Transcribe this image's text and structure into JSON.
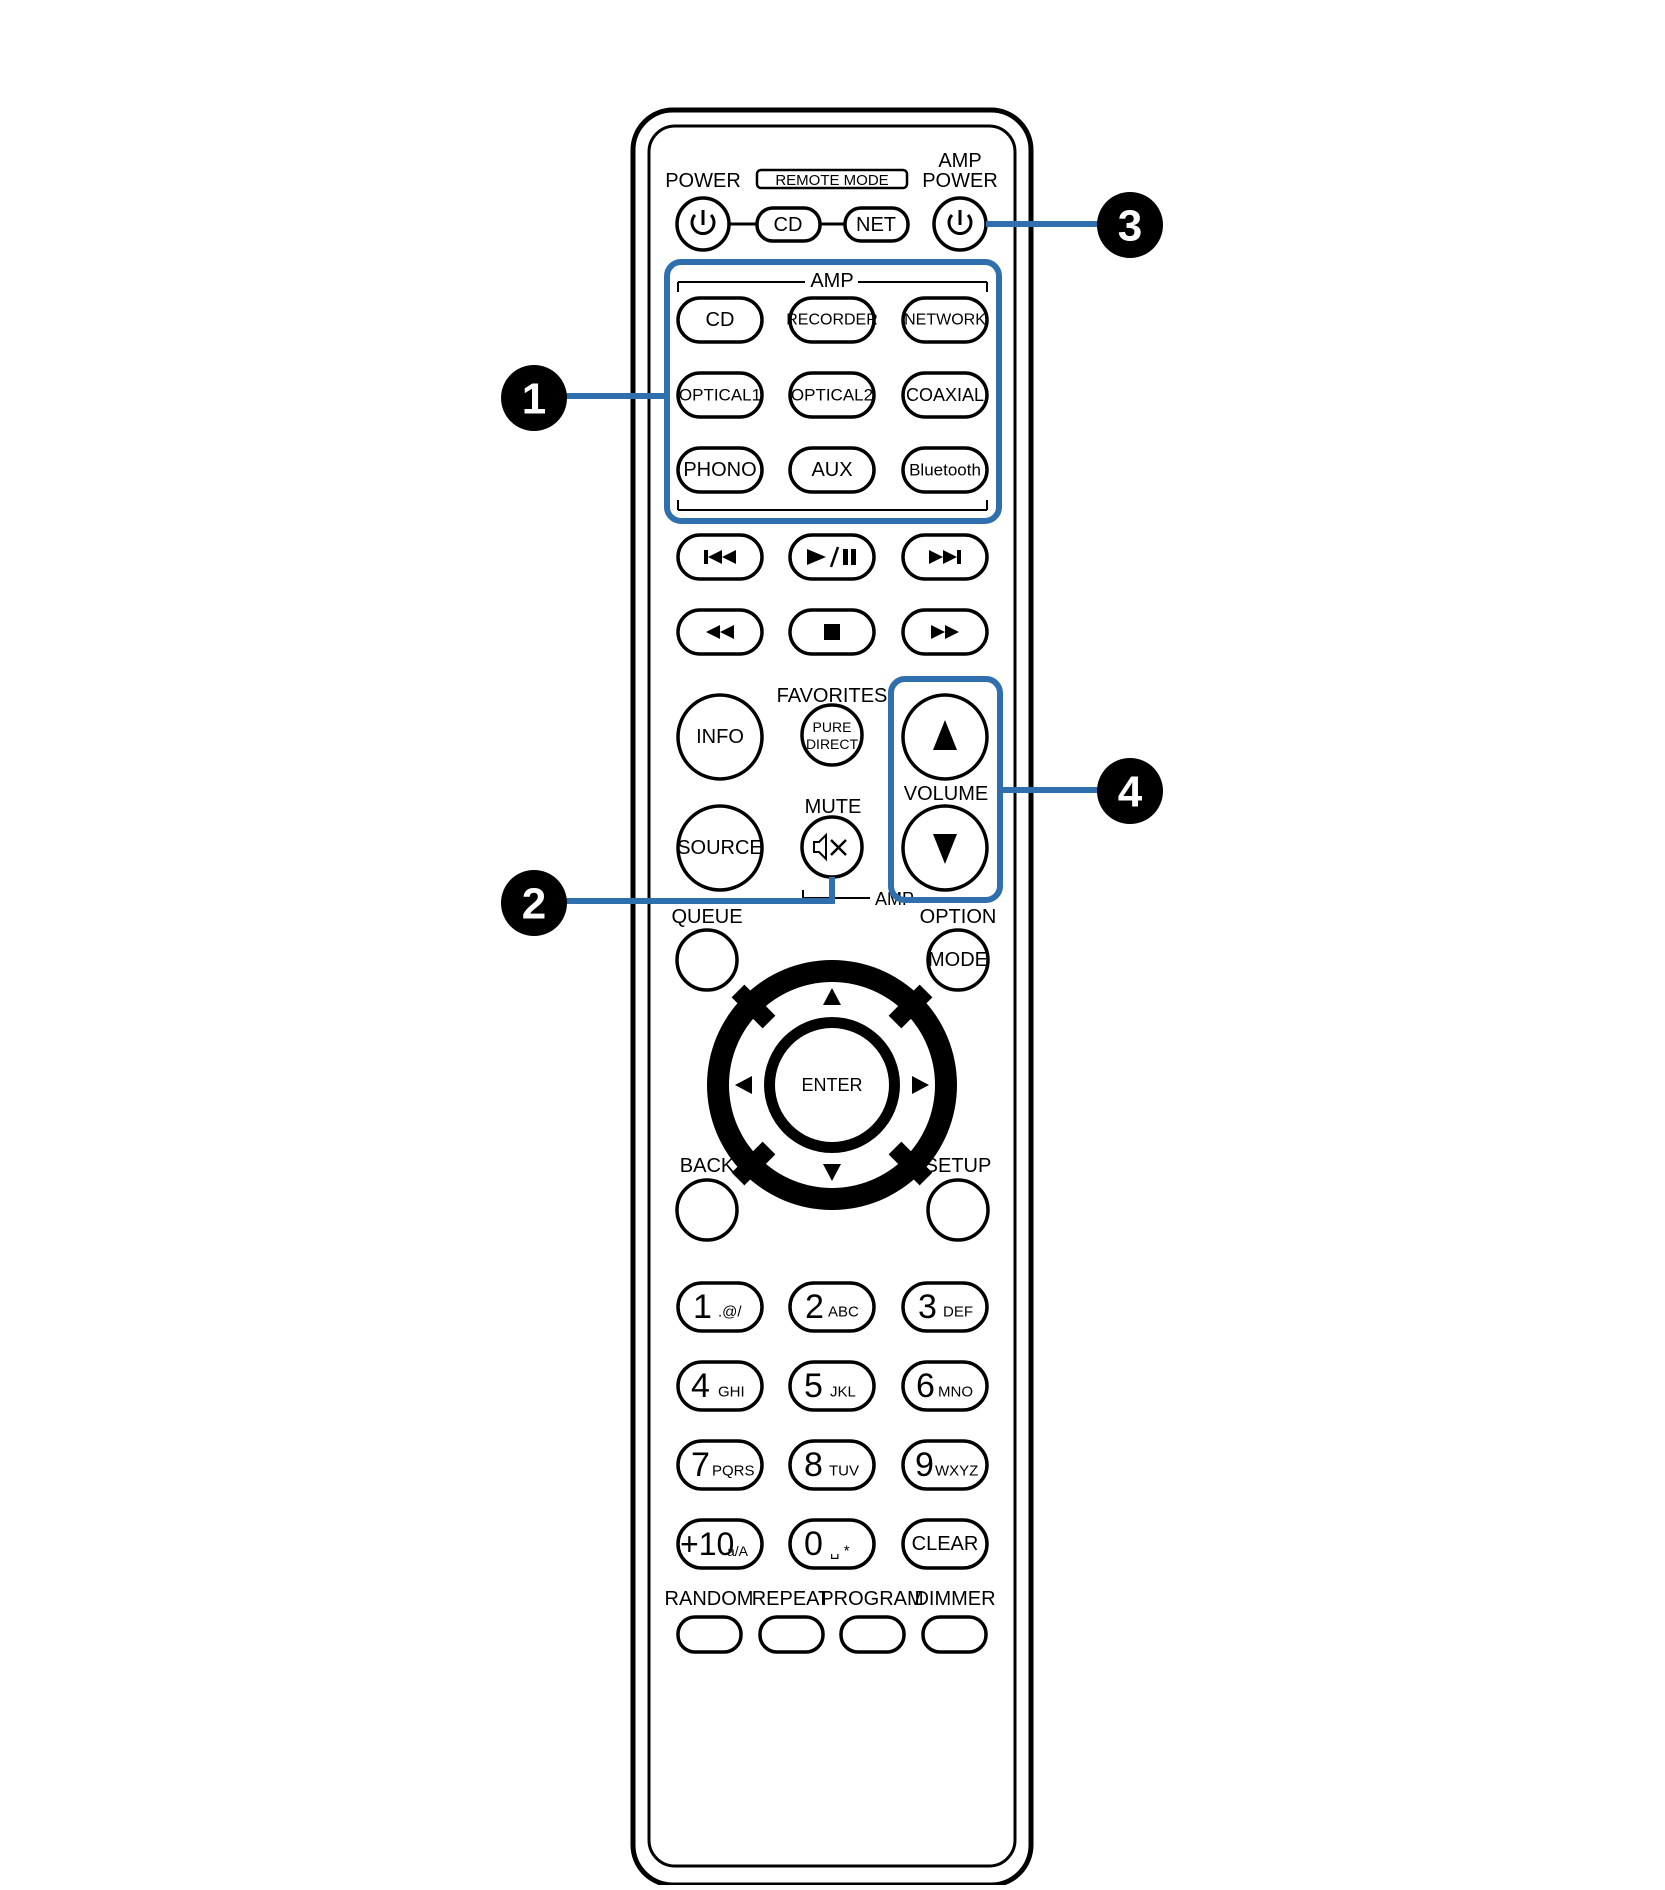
{
  "labels": {
    "power": "POWER",
    "remote_mode": "REMOTE MODE",
    "amp_power_1": "AMP",
    "amp_power_2": "POWER",
    "amp_group": "AMP",
    "favorites": "FAVORITES",
    "mute": "MUTE",
    "volume": "VOLUME",
    "amp_sub": "AMP",
    "queue": "QUEUE",
    "option": "OPTION",
    "back": "BACK",
    "setup": "SETUP",
    "random": "RANDOM",
    "repeat": "REPEAT",
    "program": "PROGRAM",
    "dimmer": "DIMMER"
  },
  "buttons": {
    "cd_mode": "CD",
    "net_mode": "NET",
    "cd": "CD",
    "recorder": "RECORDER",
    "network": "NETWORK",
    "optical1": "OPTICAL1",
    "optical2": "OPTICAL2",
    "coaxial": "COAXIAL",
    "phono": "PHONO",
    "aux": "AUX",
    "bluetooth": "Bluetooth",
    "info": "INFO",
    "pure_1": "PURE",
    "pure_2": "DIRECT",
    "source": "SOURCE",
    "mode": "MODE",
    "enter": "ENTER",
    "clear": "CLEAR"
  },
  "numpad": [
    {
      "num": "1",
      "sub": ".@/"
    },
    {
      "num": "2",
      "sub": "ABC"
    },
    {
      "num": "3",
      "sub": "DEF"
    },
    {
      "num": "4",
      "sub": "GHI"
    },
    {
      "num": "5",
      "sub": "JKL"
    },
    {
      "num": "6",
      "sub": "MNO"
    },
    {
      "num": "7",
      "sub": "PQRS"
    },
    {
      "num": "8",
      "sub": "TUV"
    },
    {
      "num": "9",
      "sub": "WXYZ"
    },
    {
      "num": "+10",
      "sub": "a/A"
    },
    {
      "num": "0",
      "sub": "␣ *"
    }
  ],
  "callouts": [
    "1",
    "2",
    "3",
    "4"
  ],
  "colors": {
    "highlight": "#2f6fad",
    "outline": "#000000",
    "background": "#ffffff"
  },
  "icons": {
    "power": "power-icon",
    "prev": "skip-back-icon",
    "play_pause": "play-pause-icon",
    "next": "skip-forward-icon",
    "rewind": "rewind-icon",
    "stop": "stop-icon",
    "ffwd": "fast-forward-icon",
    "vol_up": "volume-up-icon",
    "vol_down": "volume-down-icon",
    "mute": "mute-icon",
    "dpad": "arrow-icons"
  }
}
